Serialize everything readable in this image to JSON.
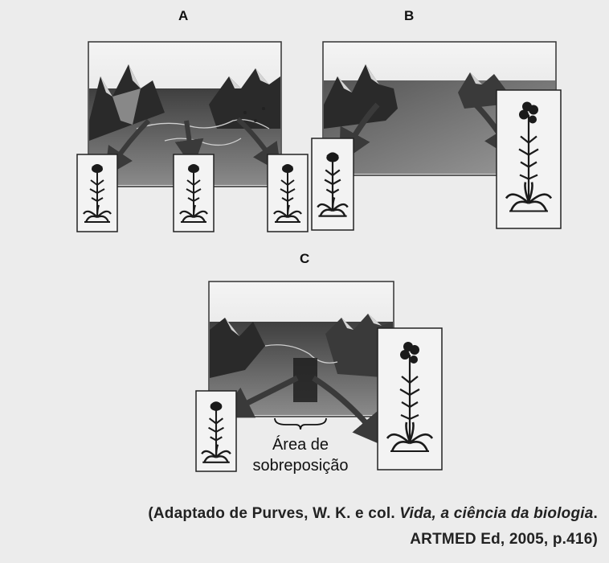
{
  "panels": {
    "a": {
      "label": "A"
    },
    "b": {
      "label": "B"
    },
    "c": {
      "label": "C"
    }
  },
  "overlap_label_line1": "Área de",
  "overlap_label_line2": "sobreposição",
  "caption": {
    "line1_prefix": "(Adaptado de Purves, W. K. e col. ",
    "line1_title": "Vida, a ciência da biologia",
    "line1_suffix": ".",
    "line2": "ARTMED Ed, 2005, p.416)"
  },
  "colors": {
    "background": "#ececec",
    "mountain_dark": "#2a2a2a",
    "mountain_light": "#cfcfcf",
    "water": "#5c5c5c",
    "arrow": "#444444"
  }
}
